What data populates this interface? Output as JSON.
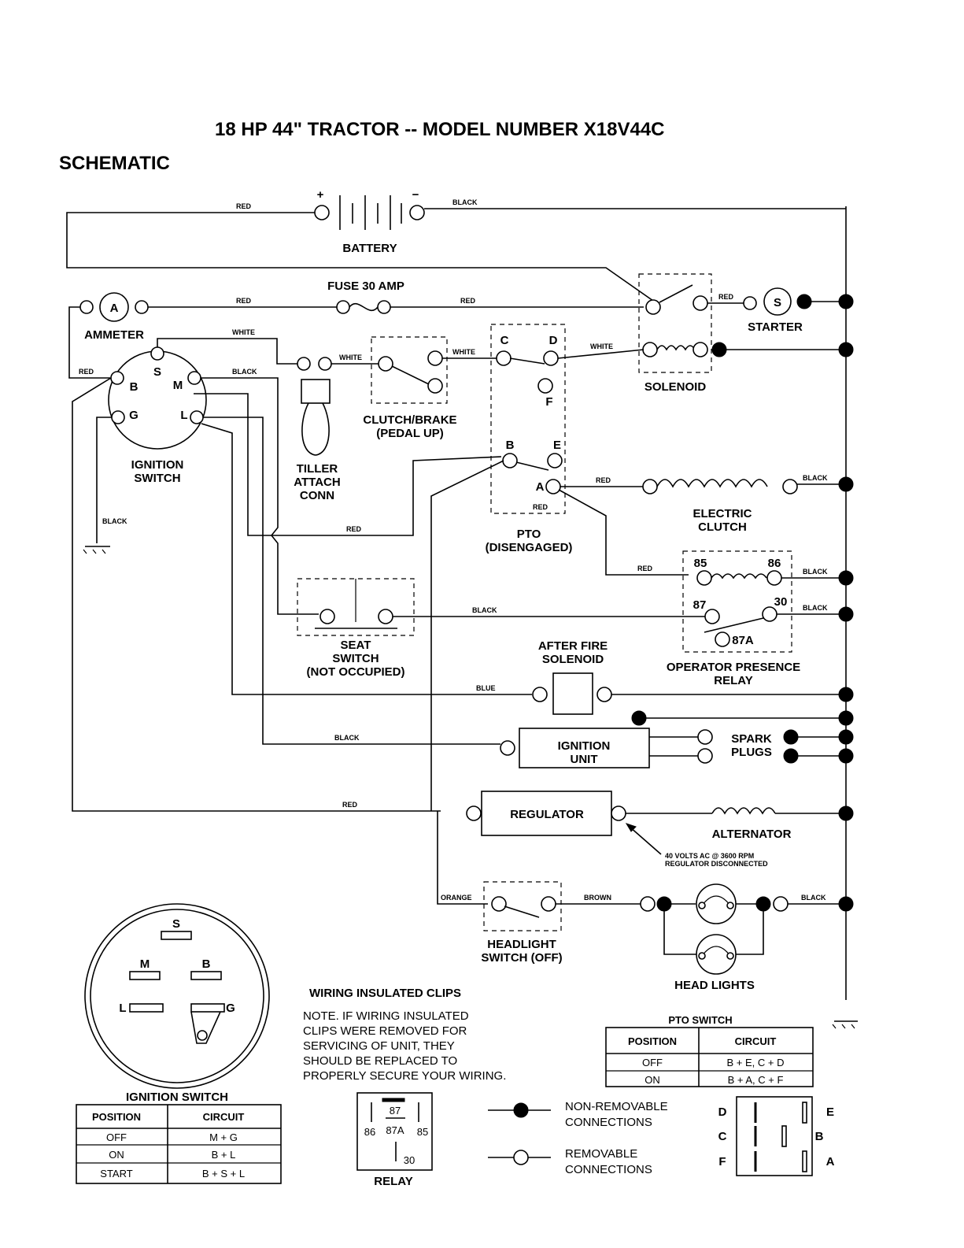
{
  "title": "18 HP 44\" TRACTOR -- MODEL NUMBER X18V44C",
  "section": "SCHEMATIC",
  "components": {
    "battery": "BATTERY",
    "fuse": "FUSE 30 AMP",
    "ammeter": "AMMETER",
    "ammeter_symbol": "A",
    "starter": "STARTER",
    "starter_symbol": "S",
    "solenoid": "SOLENOID",
    "ignition_switch_1": "IGNITION",
    "ignition_switch_2": "SWITCH",
    "tiller_1": "TILLER",
    "tiller_2": "ATTACH",
    "tiller_3": "CONN",
    "clutch_brake_1": "CLUTCH/BRAKE",
    "clutch_brake_2": "(PEDAL UP)",
    "pto_1": "PTO",
    "pto_2": "(DISENGAGED)",
    "electric_clutch_1": "ELECTRIC",
    "electric_clutch_2": "CLUTCH",
    "seat_switch_1": "SEAT",
    "seat_switch_2": "SWITCH",
    "seat_switch_3": "(NOT OCCUPIED)",
    "after_fire_1": "AFTER FIRE",
    "after_fire_2": "SOLENOID",
    "relay_1": "OPERATOR PRESENCE",
    "relay_2": "RELAY",
    "ignition_unit_1": "IGNITION",
    "ignition_unit_2": "UNIT",
    "spark_plugs_1": "SPARK",
    "spark_plugs_2": "PLUGS",
    "regulator": "REGULATOR",
    "alternator": "ALTERNATOR",
    "alternator_note_1": "40 VOLTS AC @ 3600 RPM",
    "alternator_note_2": "REGULATOR DISCONNECTED",
    "headlight_switch_1": "HEADLIGHT",
    "headlight_switch_2": "SWITCH (OFF)",
    "head_lights": "HEAD LIGHTS"
  },
  "terminals": {
    "ign_S": "S",
    "ign_B": "B",
    "ign_M": "M",
    "ign_G": "G",
    "ign_L": "L",
    "pto_C": "C",
    "pto_D": "D",
    "pto_F": "F",
    "pto_B": "B",
    "pto_E": "E",
    "pto_A": "A",
    "relay_85": "85",
    "relay_86": "86",
    "relay_87": "87",
    "relay_30": "30",
    "relay_87A": "87A",
    "plus": "+",
    "minus": "−"
  },
  "wire_colors": {
    "red": "RED",
    "black": "BLACK",
    "white": "WHITE",
    "blue": "BLUE",
    "orange": "ORANGE",
    "brown": "BROWN"
  },
  "clips": {
    "heading": "WIRING INSULATED CLIPS",
    "note": [
      "NOTE. IF WIRING INSULATED",
      "CLIPS WERE REMOVED FOR",
      "SERVICING OF UNIT, THEY",
      "SHOULD BE REPLACED TO",
      "PROPERLY SECURE YOUR WIRING."
    ]
  },
  "ignition_switch_detail": {
    "caption": "IGNITION SWITCH",
    "labels": {
      "S": "S",
      "M": "M",
      "B": "B",
      "L": "L",
      "G": "G"
    }
  },
  "ignition_table": {
    "headers": [
      "POSITION",
      "CIRCUIT"
    ],
    "rows": [
      [
        "OFF",
        "M + G"
      ],
      [
        "ON",
        "B + L"
      ],
      [
        "START",
        "B + S + L"
      ]
    ]
  },
  "pto_table": {
    "caption": "PTO SWITCH",
    "headers": [
      "POSITION",
      "CIRCUIT"
    ],
    "rows": [
      [
        "OFF",
        "B + E, C + D"
      ],
      [
        "ON",
        "B + A, C + F"
      ]
    ]
  },
  "relay_detail": {
    "caption": "RELAY",
    "pins": {
      "p87": "87",
      "p87A": "87A",
      "p86": "86",
      "p85": "85",
      "p30": "30"
    }
  },
  "legend": {
    "fixed_1": "NON-REMOVABLE",
    "fixed_2": "CONNECTIONS",
    "removable_1": "REMOVABLE",
    "removable_2": "CONNECTIONS"
  },
  "pto_detail": {
    "left": [
      "D",
      "C",
      "F"
    ],
    "right": [
      "E",
      "B",
      "A"
    ]
  }
}
